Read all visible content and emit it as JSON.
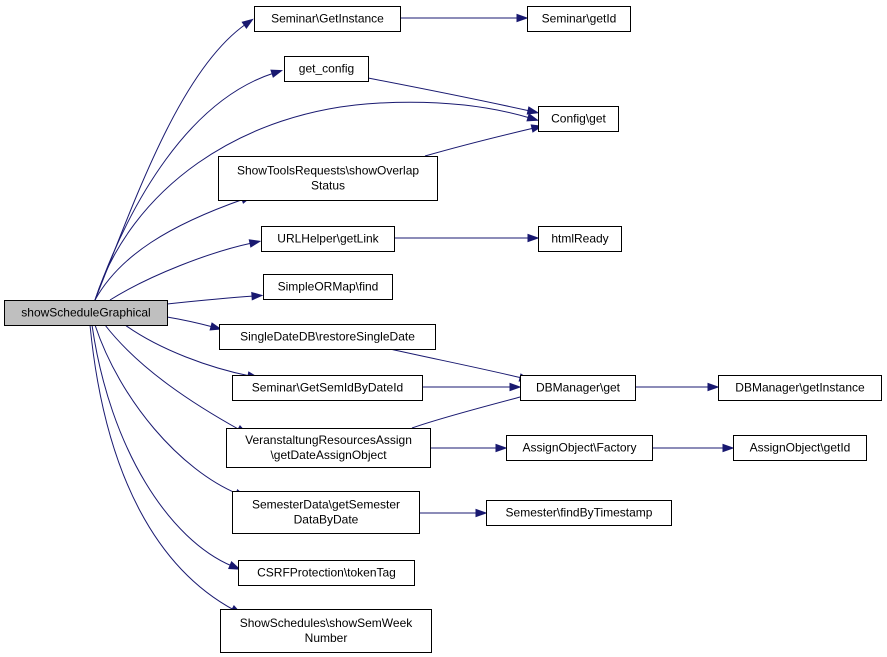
{
  "diagram": {
    "type": "call-graph",
    "colors": {
      "edge": "#191970",
      "node_fill": "#ffffff",
      "root_fill": "#bfbfbf",
      "border": "#000000"
    },
    "nodes": [
      {
        "id": "root",
        "lines": [
          "showScheduleGraphical"
        ],
        "highlighted": true
      },
      {
        "id": "seminar-getinstance",
        "lines": [
          "Seminar\\GetInstance"
        ]
      },
      {
        "id": "seminar-getid",
        "lines": [
          "Seminar\\getId"
        ]
      },
      {
        "id": "get-config",
        "lines": [
          "get_config"
        ]
      },
      {
        "id": "config-get",
        "lines": [
          "Config\\get"
        ]
      },
      {
        "id": "showtoolsrequests",
        "lines": [
          "ShowToolsRequests\\showOverlap",
          "Status"
        ]
      },
      {
        "id": "urlhelper-getlink",
        "lines": [
          "URLHelper\\getLink"
        ]
      },
      {
        "id": "htmlready",
        "lines": [
          "htmlReady"
        ]
      },
      {
        "id": "simpleormap-find",
        "lines": [
          "SimpleORMap\\find"
        ]
      },
      {
        "id": "singledatedb",
        "lines": [
          "SingleDateDB\\restoreSingleDate"
        ]
      },
      {
        "id": "seminar-getsemid",
        "lines": [
          "Seminar\\GetSemIdByDateId"
        ]
      },
      {
        "id": "dbmanager-get",
        "lines": [
          "DBManager\\get"
        ]
      },
      {
        "id": "dbmanager-getinstance",
        "lines": [
          "DBManager\\getInstance"
        ]
      },
      {
        "id": "veranstaltung",
        "lines": [
          "VeranstaltungResourcesAssign",
          "\\getDateAssignObject"
        ]
      },
      {
        "id": "assignobject-factory",
        "lines": [
          "AssignObject\\Factory"
        ]
      },
      {
        "id": "assignobject-getid",
        "lines": [
          "AssignObject\\getId"
        ]
      },
      {
        "id": "semesterdata",
        "lines": [
          "SemesterData\\getSemester",
          "DataByDate"
        ]
      },
      {
        "id": "semester-find",
        "lines": [
          "Semester\\findByTimestamp"
        ]
      },
      {
        "id": "csrf-tokentag",
        "lines": [
          "CSRFProtection\\tokenTag"
        ]
      },
      {
        "id": "showschedules",
        "lines": [
          "ShowSchedules\\showSemWeek",
          "Number"
        ]
      }
    ],
    "edges": [
      {
        "from": "root",
        "to": "seminar-getinstance"
      },
      {
        "from": "root",
        "to": "get-config"
      },
      {
        "from": "root",
        "to": "config-get"
      },
      {
        "from": "root",
        "to": "showtoolsrequests"
      },
      {
        "from": "root",
        "to": "urlhelper-getlink"
      },
      {
        "from": "root",
        "to": "simpleormap-find"
      },
      {
        "from": "root",
        "to": "singledatedb"
      },
      {
        "from": "root",
        "to": "seminar-getsemid"
      },
      {
        "from": "root",
        "to": "veranstaltung"
      },
      {
        "from": "root",
        "to": "semesterdata"
      },
      {
        "from": "root",
        "to": "csrf-tokentag"
      },
      {
        "from": "root",
        "to": "showschedules"
      },
      {
        "from": "seminar-getinstance",
        "to": "seminar-getid"
      },
      {
        "from": "get-config",
        "to": "config-get"
      },
      {
        "from": "showtoolsrequests",
        "to": "config-get"
      },
      {
        "from": "urlhelper-getlink",
        "to": "htmlready"
      },
      {
        "from": "singledatedb",
        "to": "dbmanager-get"
      },
      {
        "from": "seminar-getsemid",
        "to": "dbmanager-get"
      },
      {
        "from": "veranstaltung",
        "to": "dbmanager-get"
      },
      {
        "from": "dbmanager-get",
        "to": "dbmanager-getinstance"
      },
      {
        "from": "veranstaltung",
        "to": "assignobject-factory"
      },
      {
        "from": "assignobject-factory",
        "to": "assignobject-getid"
      },
      {
        "from": "semesterdata",
        "to": "semester-find"
      }
    ]
  }
}
